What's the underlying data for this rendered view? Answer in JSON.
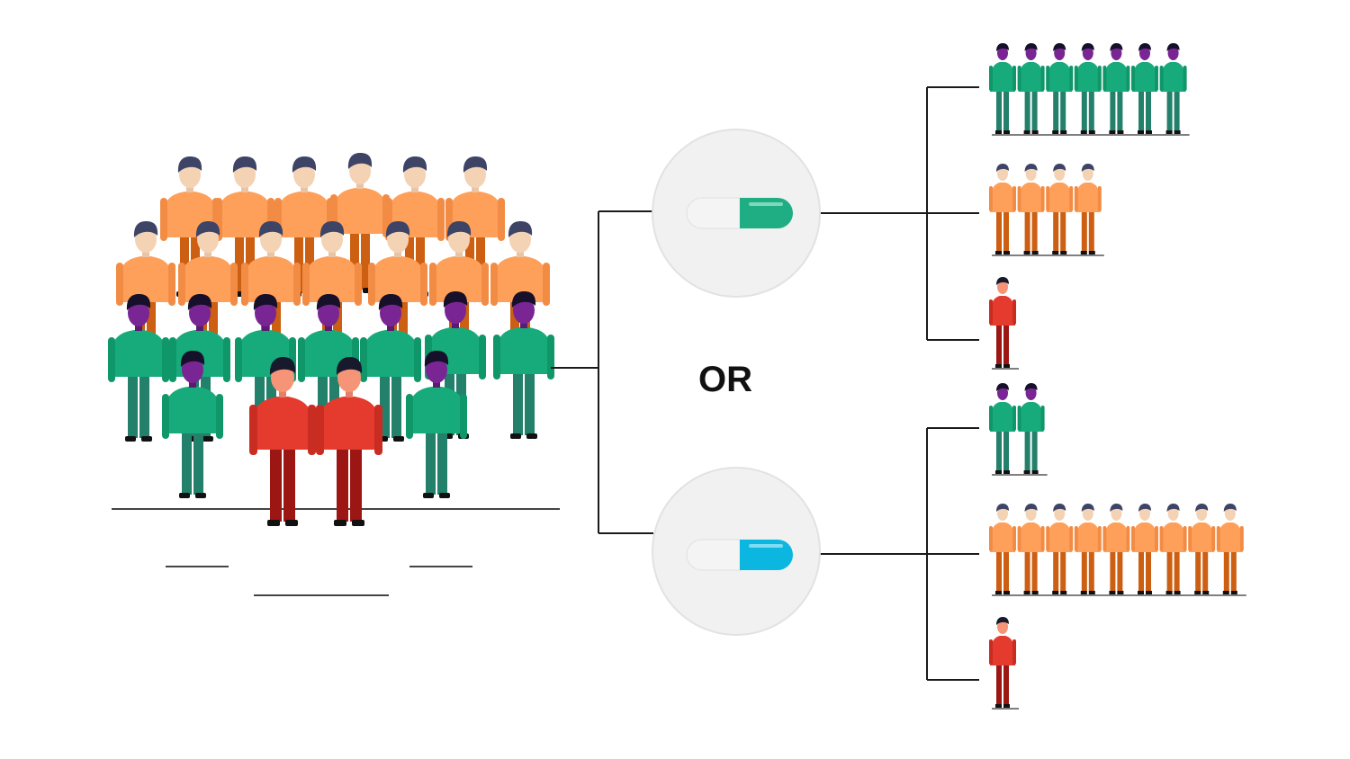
{
  "diagram": {
    "or_label": "OR",
    "group_colors": {
      "orange": "#ff9f55",
      "green": "#17ab7c",
      "red": "#e53a2e"
    },
    "pills": [
      {
        "name": "green-pill",
        "color": "#1fae83"
      },
      {
        "name": "blue-pill",
        "color": "#0bb7e0"
      }
    ],
    "outcomes": [
      {
        "pill": "green-pill",
        "groups": [
          {
            "type": "green",
            "count": 7
          },
          {
            "type": "orange",
            "count": 4
          },
          {
            "type": "red",
            "count": 1
          }
        ]
      },
      {
        "pill": "blue-pill",
        "groups": [
          {
            "type": "green",
            "count": 2
          },
          {
            "type": "orange",
            "count": 9
          },
          {
            "type": "red",
            "count": 1
          }
        ]
      }
    ]
  }
}
